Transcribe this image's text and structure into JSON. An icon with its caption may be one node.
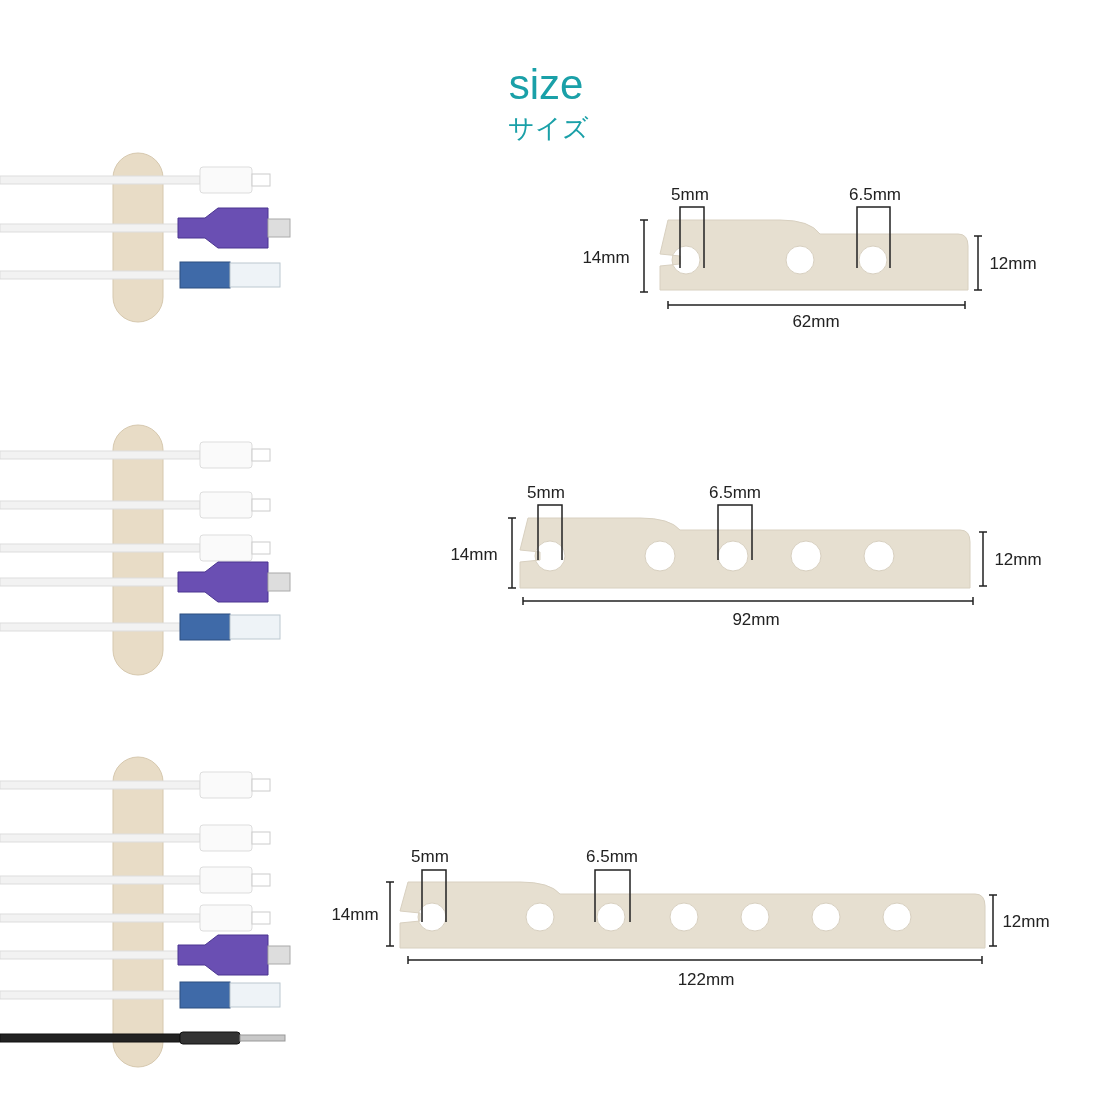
{
  "diagram": {
    "title": "size",
    "labels": [
      "サイズ",
      "5mm",
      "6.5mm",
      "14mm",
      "12mm",
      "62mm",
      "5mm",
      "6.5mm",
      "14mm",
      "12mm",
      "92mm",
      "5mm",
      "6.5mm",
      "14mm",
      "12mm",
      "122mm"
    ]
  }
}
